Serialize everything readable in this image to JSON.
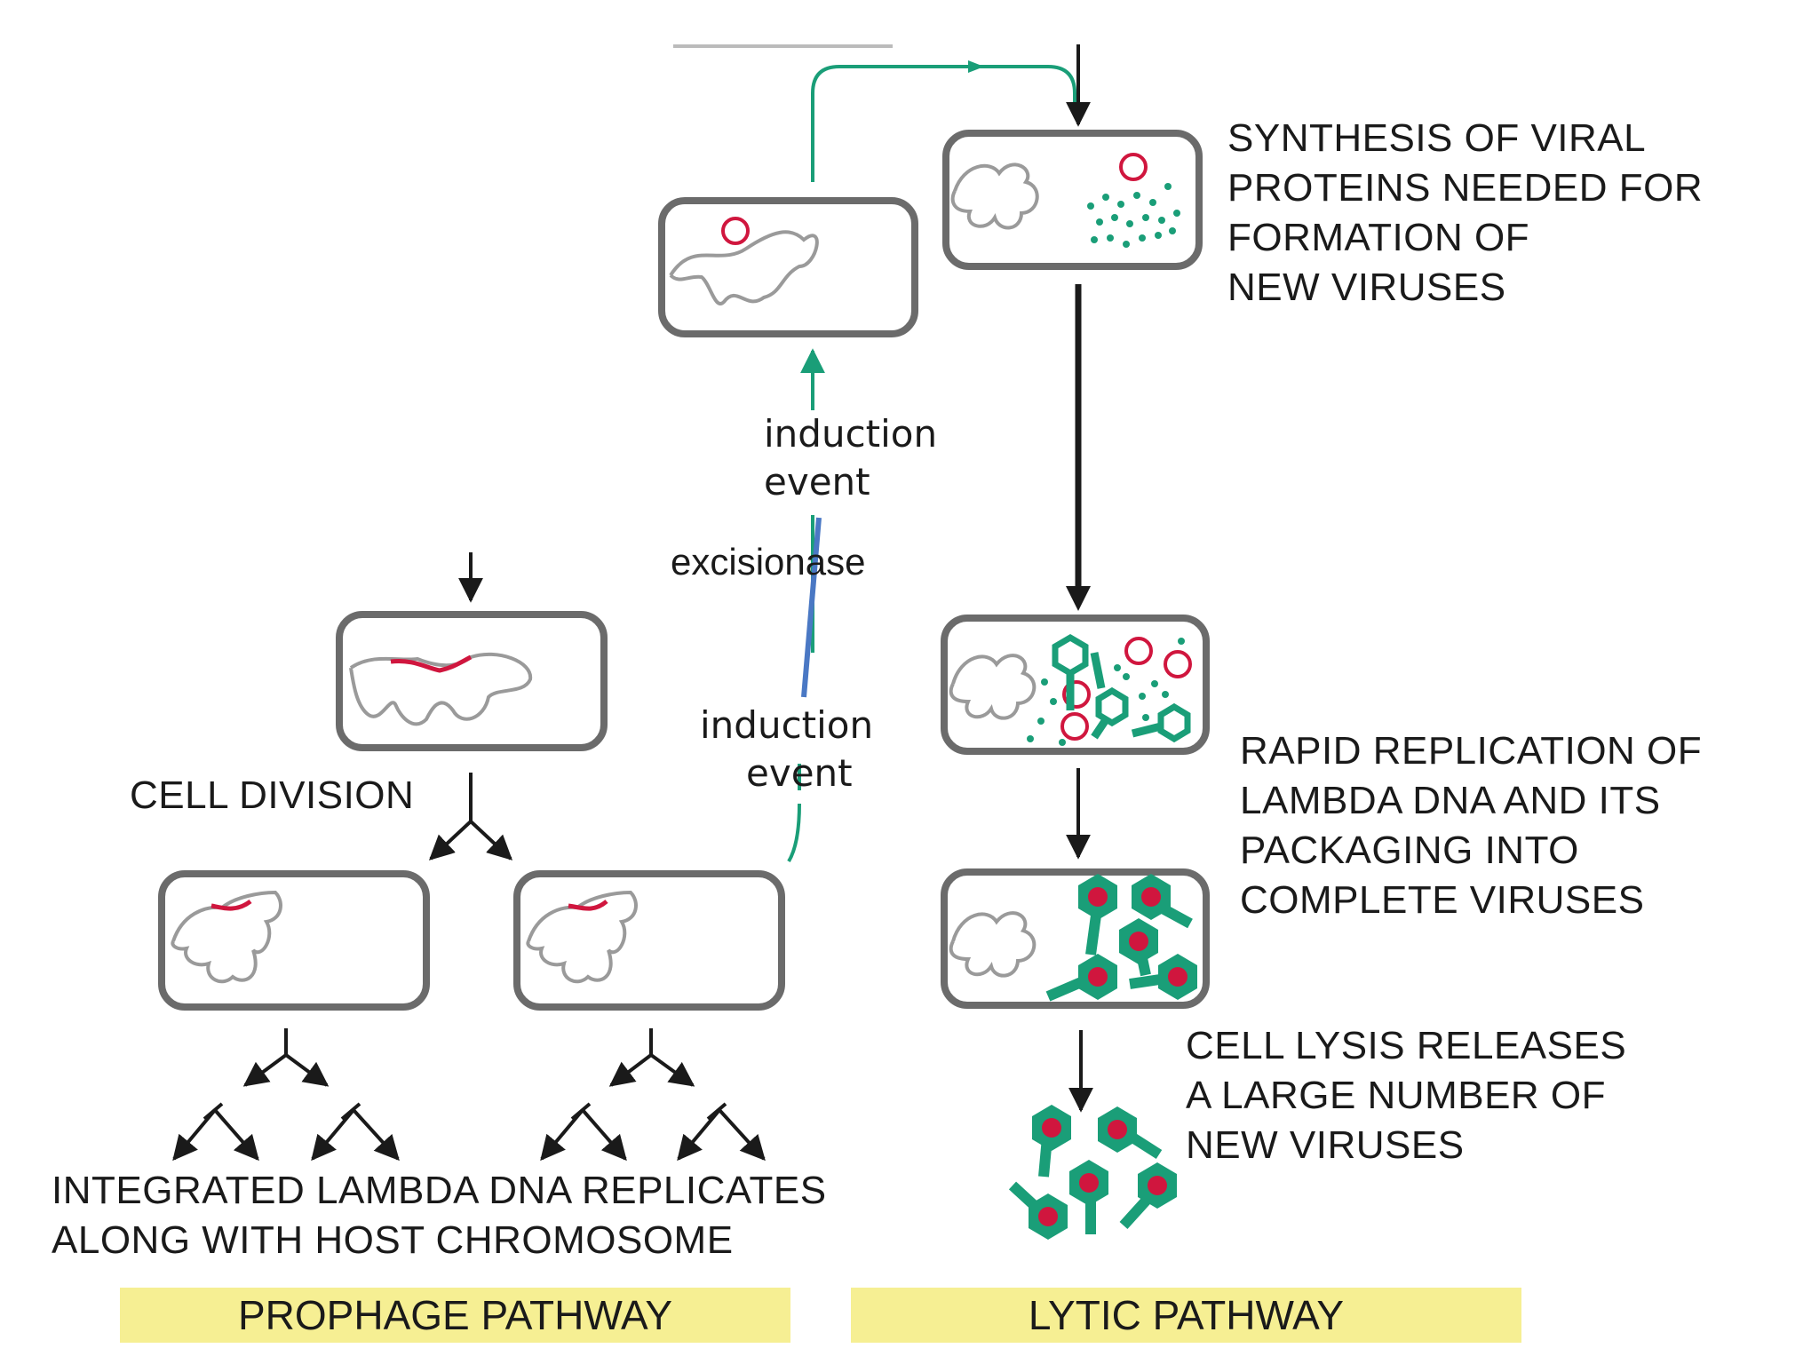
{
  "labels": {
    "synthesis": [
      "SYNTHESIS OF VIRAL",
      "PROTEINS NEEDED FOR",
      "FORMATION OF",
      "NEW VIRUSES"
    ],
    "induction_upper": [
      "induction",
      "event"
    ],
    "excisionase": "excisionase",
    "induction_lower": [
      "induction",
      "event"
    ],
    "cell_division": "CELL DIVISION",
    "rapid_replication": [
      "RAPID REPLICATION OF",
      "LAMBDA DNA AND ITS",
      "PACKAGING INTO",
      "COMPLETE VIRUSES"
    ],
    "cell_lysis": [
      "CELL LYSIS RELEASES",
      "A LARGE NUMBER OF",
      "NEW VIRUSES"
    ],
    "integrated": [
      "INTEGRATED LAMBDA DNA REPLICATES",
      "ALONG WITH HOST CHROMOSOME"
    ]
  },
  "pathways": {
    "prophage": "PROPHAGE PATHWAY",
    "lytic": "LYTIC PATHWAY"
  },
  "colors": {
    "green": "#1a9e78",
    "red": "#d0163e",
    "cell_outline": "#6b6b6b",
    "dna": "#9a9a9a",
    "annotation_blue": "#4a78c4",
    "band": "#f6ef93"
  }
}
